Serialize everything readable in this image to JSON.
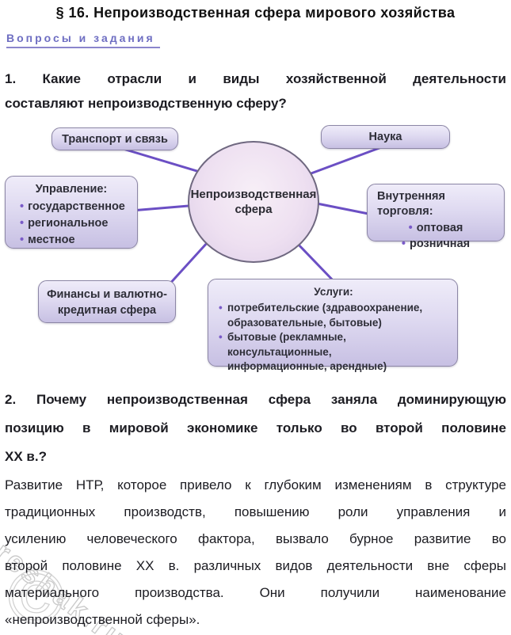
{
  "title": "§ 16. Непроизводственная сфера мирового хозяйства",
  "badge": "Вопросы и задания",
  "question1": {
    "lines": [
      "1. Какие отрасли и виды хозяйственной деятельности",
      "составляют непроизводственную сферу?"
    ]
  },
  "diagram": {
    "center": {
      "line1": "Непроизводственная",
      "line2": "сфера"
    },
    "transport": {
      "label": "Транспорт и связь"
    },
    "science": {
      "label": "Наука"
    },
    "management": {
      "title": "Управление:",
      "items": [
        "государственное",
        "региональное",
        "местное"
      ]
    },
    "trade": {
      "title": "Внутренняя торговля:",
      "items": [
        "оптовая",
        "розничная"
      ]
    },
    "finance": {
      "line1": "Финансы и валютно-",
      "line2": "кредитная сфера"
    },
    "services": {
      "title": "Услуги:",
      "items": [
        {
          "line1": "потребительские (здравоохранение,",
          "line2": "образовательные, бытовые)"
        },
        {
          "line1": "бытовые (рекламные, консультационные,",
          "line2": "информационные, арендные)"
        }
      ]
    }
  },
  "question2": {
    "lines": [
      "2. Почему непроизводственная сфера заняла доминирующую",
      "позицию в мировой экономике только во второй половине",
      "XX в.?"
    ]
  },
  "answer": {
    "lines": [
      "Развитие НТР, которое привело к глубоким изменениям в структуре",
      "традиционных производств, повышению роли управления и",
      "усилению человеческого фактора, вызвало бурное развитие во",
      "второй половине XX в. различных видов деятельности вне сферы",
      "материального производства. Они получили наименование",
      "«непроизводственной сферы»."
    ]
  },
  "watermark": {
    "text": "reshak.ru",
    "symbol": "©"
  },
  "colors": {
    "connector_purple": "#6b4fc4",
    "badge_purple": "#6e6ec2",
    "badge_underline": "#8a85cc",
    "box_border": "#8c86a6",
    "box_fill_top": "#efecf9",
    "box_fill_bottom": "#c7c0e3",
    "ellipse_border": "#6f6880",
    "ellipse_fill": "#eee0f1",
    "bullet_purple": "#7a5bc8",
    "body_text": "#1c1c22",
    "watermark_gray": "#c9c9c9"
  }
}
